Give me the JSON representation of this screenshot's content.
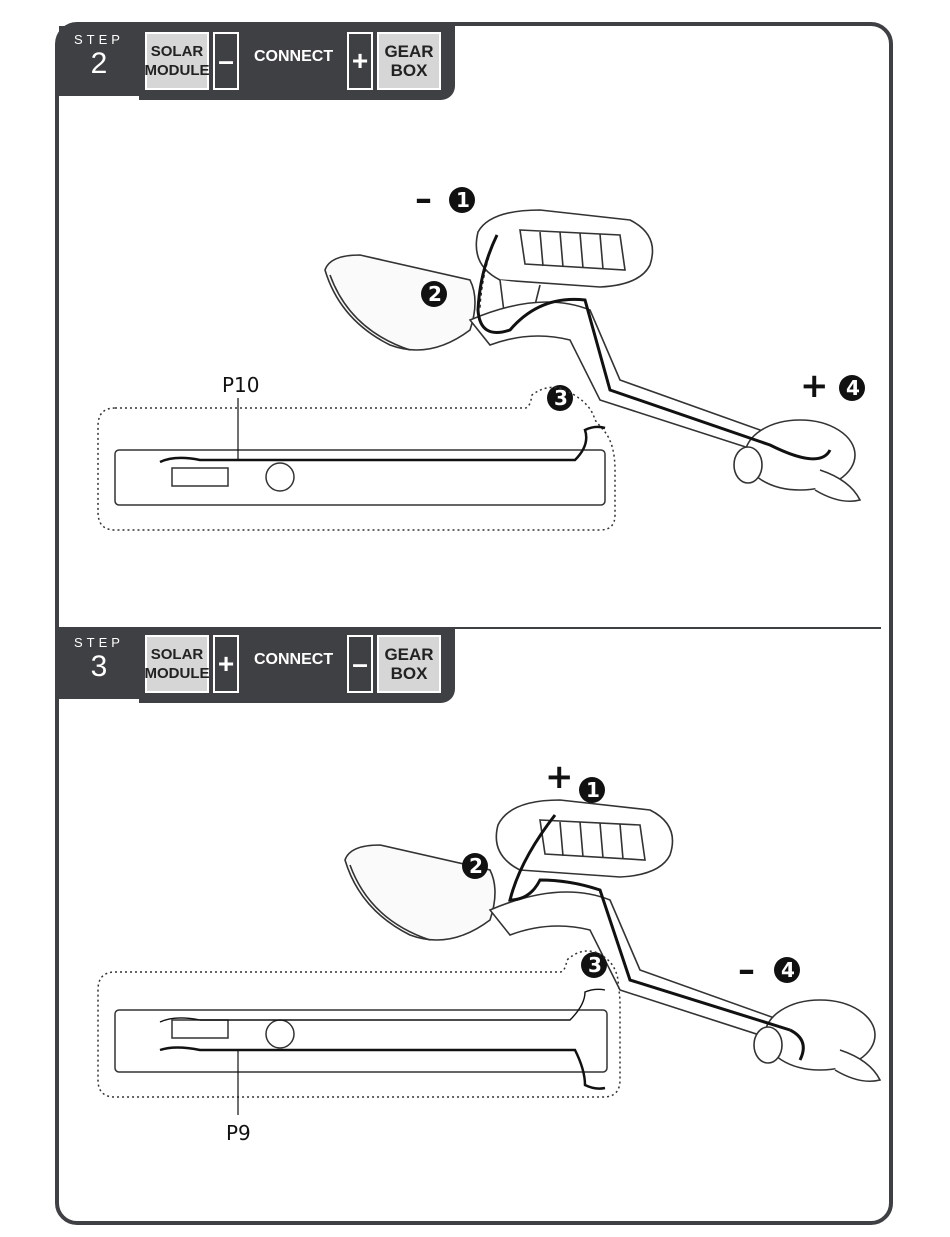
{
  "step2": {
    "step_word": "STEP",
    "number": "2",
    "left_label_line1": "SOLAR",
    "left_label_line2": "MODULE",
    "left_sign": "–",
    "connect": "CONNECT",
    "right_sign": "+",
    "right_label_line1": "GEAR",
    "right_label_line2": "BOX",
    "callouts": [
      "1",
      "2",
      "3",
      "4"
    ],
    "callout_sign_1": "–",
    "callout_sign_4": "+",
    "part_label": "P10"
  },
  "step3": {
    "step_word": "STEP",
    "number": "3",
    "left_label_line1": "SOLAR",
    "left_label_line2": "MODULE",
    "left_sign": "+",
    "connect": "CONNECT",
    "right_sign": "–",
    "right_label_line1": "GEAR",
    "right_label_line2": "BOX",
    "callouts": [
      "1",
      "2",
      "3",
      "4"
    ],
    "callout_sign_1": "+",
    "callout_sign_4": "–",
    "part_label": "P9"
  },
  "colors": {
    "frame": "#3f4043",
    "label_fill": "#d6d6d6",
    "line": "#222222"
  }
}
